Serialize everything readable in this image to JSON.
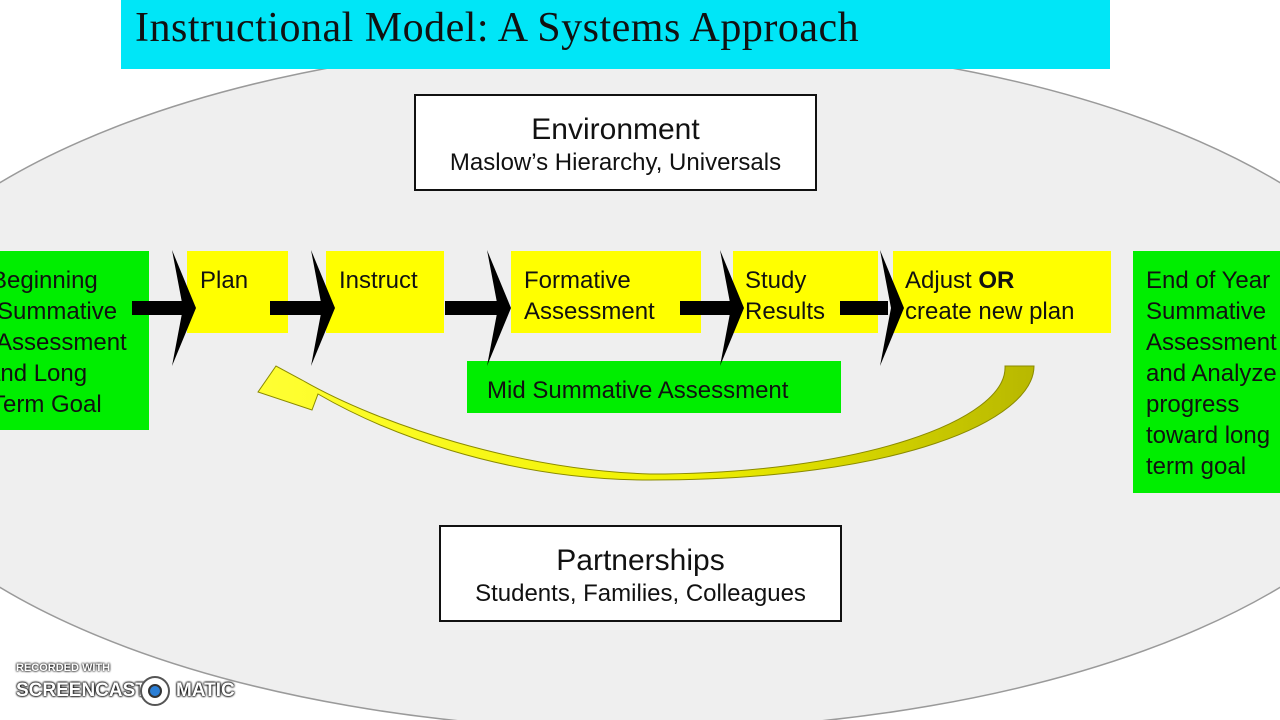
{
  "title": "Instructional Model:  A Systems Approach",
  "environment": {
    "title": "Environment",
    "subtitle": "Maslow’s Hierarchy, Universals"
  },
  "partnerships": {
    "title": "Partnerships",
    "subtitle": "Students, Families, Colleagues"
  },
  "steps": {
    "beginning": [
      "Beginning",
      "Summative",
      "Assessment",
      "and Long",
      "Term Goal"
    ],
    "plan": "Plan",
    "instruct": "Instruct",
    "formative": [
      "Formative",
      "Assessment"
    ],
    "study": [
      "Study",
      "Results"
    ],
    "adjust": {
      "word1": "Adjust ",
      "bold": "OR",
      "line2": "create new plan"
    },
    "mid": "Mid Summative Assessment",
    "end": [
      "End of Year",
      "Summative",
      "Assessment",
      "and Analyze",
      "progress",
      "toward long",
      "term goal"
    ]
  },
  "watermark": {
    "small": "RECORDED WITH",
    "left": "SCREENCAST",
    "right": "MATIC"
  },
  "colors": {
    "title_bg": "#00e6f7",
    "step_yellow": "#ffff00",
    "step_green": "#00ee00",
    "ellipse": "#efefef",
    "feedback_arrow": "#d8d800"
  }
}
